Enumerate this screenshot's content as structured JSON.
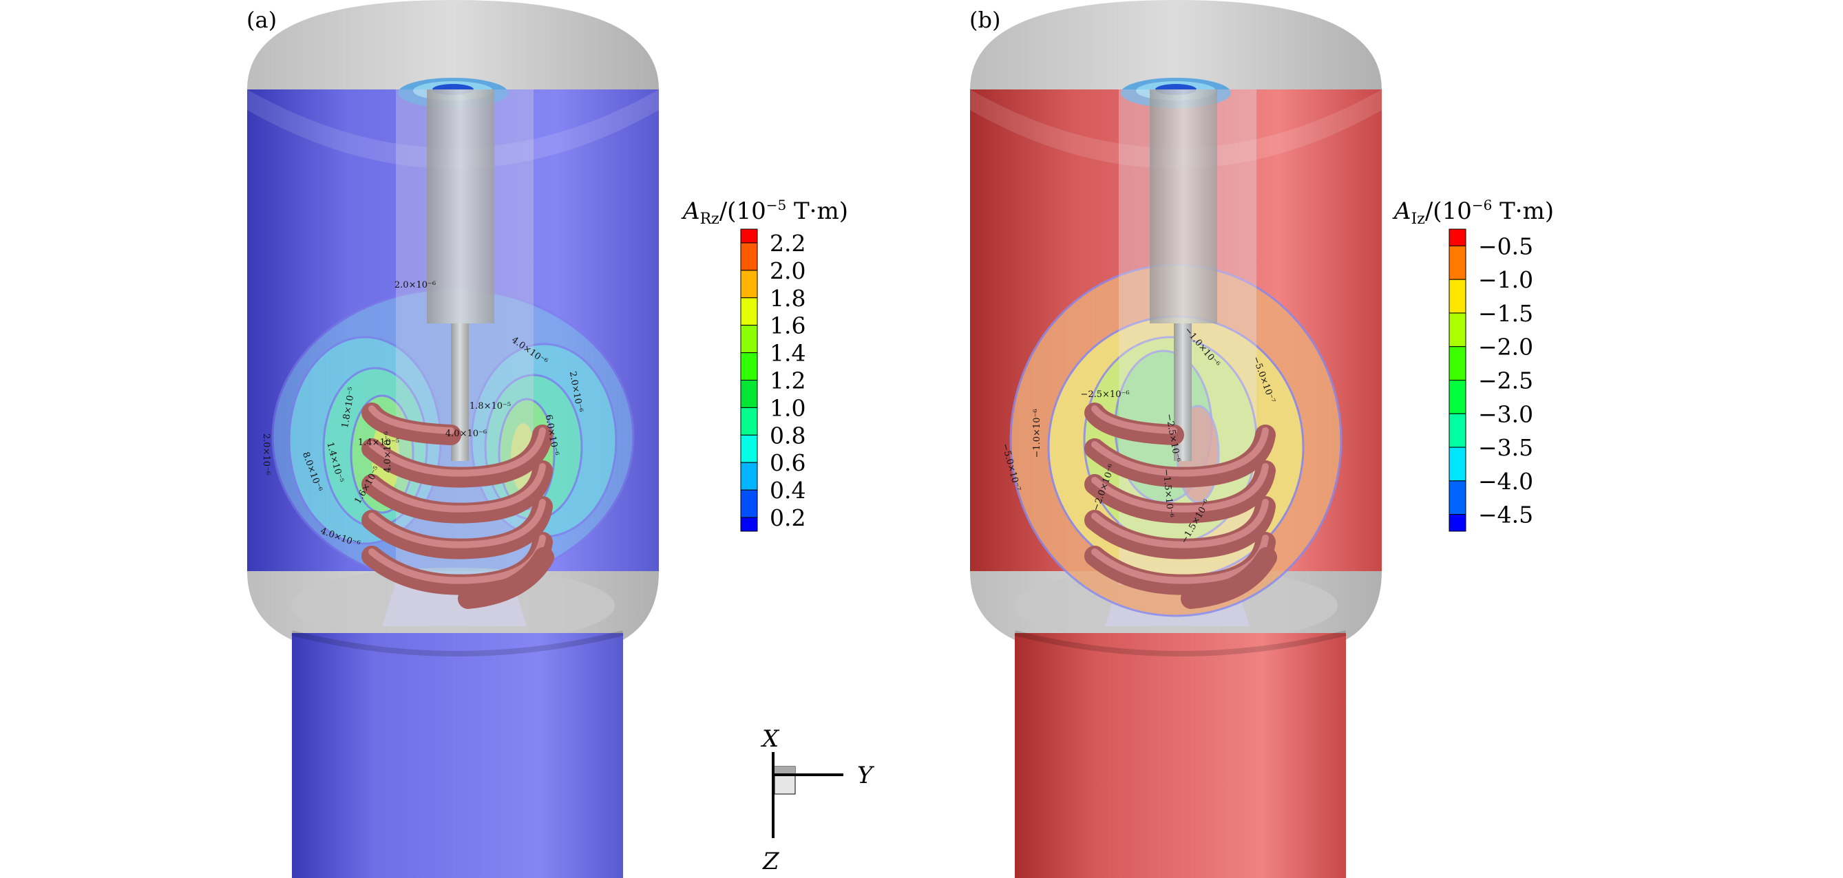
{
  "panels": [
    {
      "label": "(a)",
      "colorbar": {
        "title_symbol": "A",
        "title_subscript": "Rz",
        "title_mid": "/(10",
        "title_exponent": "−5",
        "title_unit": " T·m)",
        "ticks": [
          "2.2",
          "2.0",
          "1.8",
          "1.6",
          "1.4",
          "1.2",
          "1.0",
          "0.8",
          "0.6",
          "0.4",
          "0.2"
        ],
        "colors": [
          "#ff0000",
          "#ff5a00",
          "#ffb400",
          "#e6ff00",
          "#8cff00",
          "#32ff00",
          "#00e632",
          "#00ff8c",
          "#00ffe6",
          "#00b4ff",
          "#0050ff",
          "#0000ff"
        ]
      },
      "contour_labels": [
        "2.0×10⁻⁶",
        "4.0×10⁻⁶",
        "2.0×10⁻⁶",
        "1.8×10⁻⁵",
        "6.0×10⁻⁶",
        "4.0×10⁻⁶",
        "1.8×10⁻⁵",
        "1.4×10⁻⁵",
        "4.0×10⁻⁶",
        "1.4×10⁻⁵",
        "8.0×10⁻⁶",
        "1.6×10⁻⁵",
        "2.0×10⁻⁶",
        "4.0×10⁻⁶"
      ],
      "field_color": "#6f6fe6",
      "field_color_light": "#8585f4"
    },
    {
      "label": "(b)",
      "colorbar": {
        "title_symbol": "A",
        "title_subscript": "Iz",
        "title_mid": "/(10",
        "title_exponent": "−6",
        "title_unit": " T·m)",
        "ticks": [
          "−0.5",
          "−1.0",
          "−1.5",
          "−2.0",
          "−2.5",
          "−3.0",
          "−3.5",
          "−4.0",
          "−4.5"
        ],
        "colors": [
          "#ff0000",
          "#ff7800",
          "#ffe600",
          "#aaff00",
          "#3cff00",
          "#00ff3c",
          "#00ffa0",
          "#00e6ff",
          "#0064ff",
          "#0000ff"
        ]
      },
      "contour_labels": [
        "−1.0×10⁻⁶",
        "−5.0×10⁻⁷",
        "−2.5×10⁻⁶",
        "−1.0×10⁻⁶",
        "−5.0×10⁻⁷",
        "−2.5×10⁻⁶",
        "−1.5×10⁻⁶",
        "−2.0×10⁻⁶",
        "−1.5×10⁻⁶"
      ],
      "field_color": "#d65a5a",
      "field_color_light": "#f08282"
    }
  ],
  "axes_triad": {
    "x": "X",
    "y": "Y",
    "z": "Z"
  }
}
